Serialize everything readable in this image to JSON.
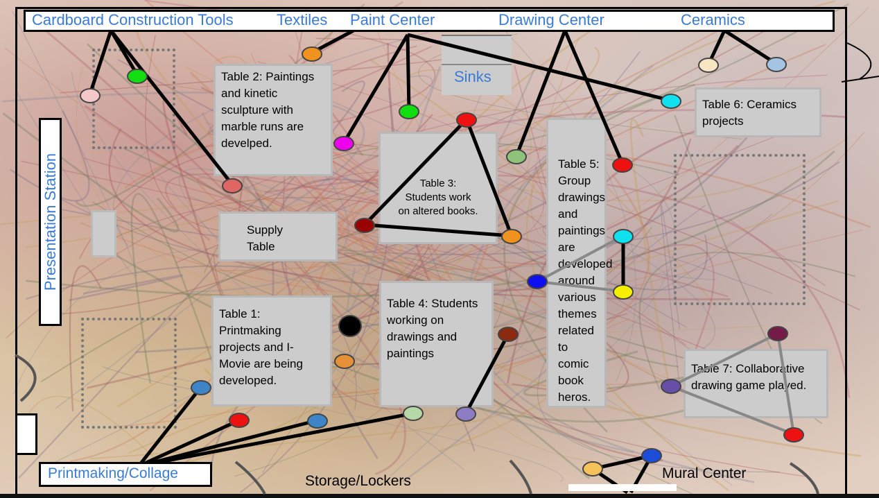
{
  "zones": {
    "cardboard": "Cardboard Construction Tools",
    "textiles": "Textiles",
    "paint": "Paint Center",
    "drawing": "Drawing Center",
    "ceramics": "Ceramics",
    "sinks": "Sinks",
    "presentation": "Presentation Station",
    "printmaking": "Printmaking/Collage",
    "storage": "Storage/Lockers",
    "mural": "Mural Center"
  },
  "tables": {
    "t1": "Table 1: Printmaking projects and I-Movie are being developed.",
    "t2": "Table 2: Paintings and kinetic sculpture with marble runs are develped.",
    "t3_line1": "Table 3:",
    "t3_line2": "Students work",
    "t3_line3": "on altered books.",
    "t4": "Table 4: Students working on drawings and paintings",
    "t5": "Table 5: Group drawings and paintings are developed around various themes related to comic book heros.",
    "t6": "Table 6: Ceramics projects",
    "t7": "Table 7: Collaborative drawing game played.",
    "supply": "Supply Table"
  },
  "colors": {
    "link_text": "#3a7bd5",
    "table_fill": "#cccccc",
    "border": "#000000"
  }
}
